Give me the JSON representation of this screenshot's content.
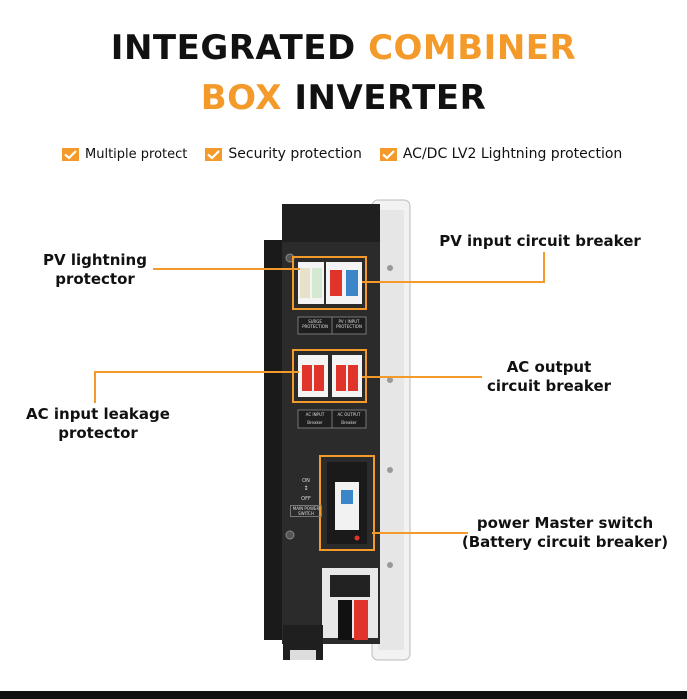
{
  "title": {
    "line1_part1": "INTEGRATED",
    "line1_part2": "COMBINER",
    "line2_part1": "BOX",
    "line2_part2": "INVERTER"
  },
  "features": [
    {
      "label": "Multiple protect",
      "icon": "check-icon"
    },
    {
      "label": "Security protection",
      "icon": "check-icon"
    },
    {
      "label": "AC/DC LV2 Lightning protection",
      "icon": "check-icon"
    }
  ],
  "callouts": {
    "pv_lightning": "PV lightning\nprotector",
    "pv_breaker": "PV input circuit breaker",
    "ac_output": "AC output\ncircuit breaker",
    "ac_input": "AC input leakage\nprotector",
    "master_switch": "power Master switch\n(Battery circuit breaker)"
  },
  "panel_labels": {
    "surge": "SURGE\nPROTECTION",
    "pv_input": "PV / INPUT\nPROTECTION",
    "ac_input": "AC INPUT",
    "ac_input_sub": "Breaker",
    "ac_output": "AC OUTPUT",
    "ac_output_sub": "Breaker",
    "on": "ON",
    "off": "OFF",
    "main_power": "MAIN POWER\nSWITCH"
  },
  "colors": {
    "accent": "#f39a2a",
    "device_body": "#2b2b2b",
    "breaker_red": "#e0342b"
  }
}
